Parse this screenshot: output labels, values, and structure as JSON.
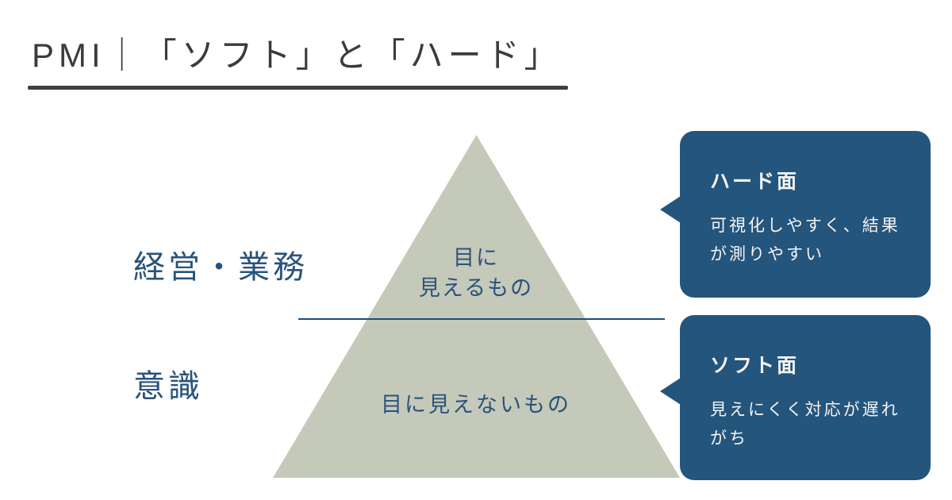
{
  "title": "PMI｜「ソフト」と「ハード」",
  "pyramid": {
    "top_label": "目に\n見えるもの",
    "bottom_label": "目に見えないもの"
  },
  "left_labels": [
    {
      "label": "経営・業務"
    },
    {
      "label": "意識"
    }
  ],
  "callouts": [
    {
      "title": "ハード面",
      "body": "可視化しやすく、結果\nが測りやすい"
    },
    {
      "title": "ソフト面",
      "body": "見えにくく対応が遅れ\nがち"
    }
  ],
  "colors": {
    "accent_navy": "#24557c",
    "divider_navy": "#1f4e79",
    "pyramid_sage": "#c5c9ba",
    "label_navy": "#2a5379",
    "title_charcoal": "#3b3b3b",
    "bubble_text": "#f5f5f5",
    "background": "#ffffff"
  }
}
